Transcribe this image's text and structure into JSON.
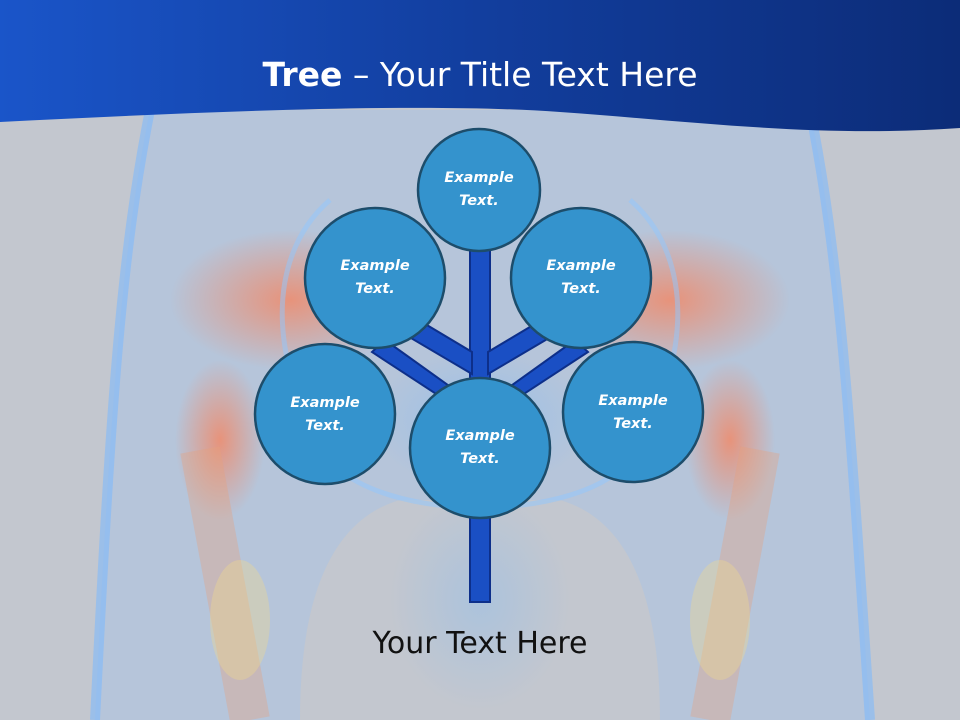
{
  "header": {
    "title_bold": "Tree",
    "title_rest": " – Your Title Text Here"
  },
  "nodes": [
    {
      "id": "top",
      "line1": "Example",
      "line2": "Text."
    },
    {
      "id": "upper-left",
      "line1": "Example",
      "line2": "Text."
    },
    {
      "id": "upper-right",
      "line1": "Example",
      "line2": "Text."
    },
    {
      "id": "lower-left",
      "line1": "Example",
      "line2": "Text."
    },
    {
      "id": "center",
      "line1": "Example",
      "line2": "Text."
    },
    {
      "id": "lower-right",
      "line1": "Example",
      "line2": "Text."
    }
  ],
  "footer": {
    "text": "Your Text Here"
  },
  "colors": {
    "header_blue": "#1446b5",
    "node_fill": "#3493cd",
    "node_stroke": "#1d4d6b",
    "branch_fill": "#1a4fc4",
    "branch_stroke": "#0d2f8a"
  }
}
